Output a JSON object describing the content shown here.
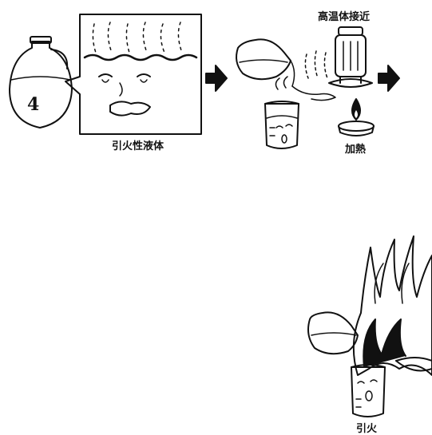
{
  "labels": {
    "flammable_liquid": "引火性液体",
    "high_temp_approach": "高温体接近",
    "heating": "加熱",
    "ignition": "引火"
  },
  "bottle_number": "4",
  "colors": {
    "ink": "#111111",
    "paper": "#ffffff"
  },
  "icons": [
    "bottle-icon",
    "vapor-box-icon",
    "arrow-right-icon",
    "beaker-icon",
    "heater-icon",
    "candle-flame-icon",
    "fire-icon"
  ]
}
